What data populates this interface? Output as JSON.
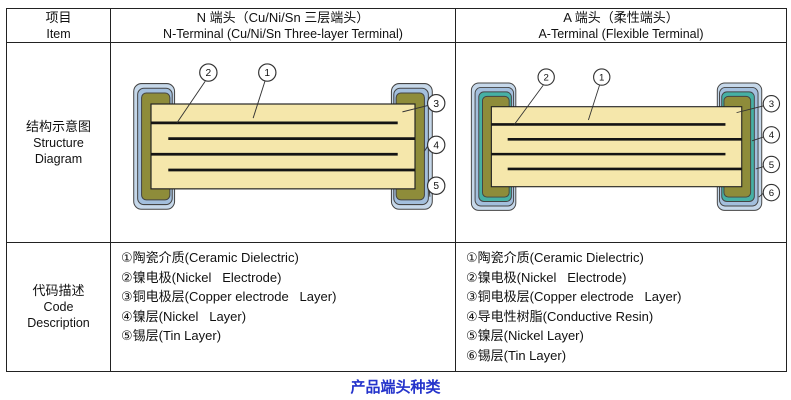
{
  "header": {
    "item_zh": "项目",
    "item_en": "Item",
    "n_zh": "N 端头（Cu/Ni/Sn 三层端头）",
    "n_en": "N-Terminal (Cu/Ni/Sn Three-layer Terminal)",
    "a_zh": "A 端头（柔性端头）",
    "a_en": "A-Terminal (Flexible Terminal)"
  },
  "rows": {
    "structure_zh": "结构示意图",
    "structure_en1": "Structure",
    "structure_en2": "Diagram",
    "code_zh": "代码描述",
    "code_en1": "Code",
    "code_en2": "Description"
  },
  "n_terminal": {
    "callouts": [
      "2",
      "1",
      "3",
      "4",
      "5"
    ],
    "legend": [
      "①陶瓷介质(Ceramic Dielectric)",
      "②镍电极(Nickel   Electrode)",
      "③铜电极层(Copper electrode   Layer)",
      "④镍层(Nickel   Layer)",
      "⑤锡层(Tin Layer)"
    ]
  },
  "a_terminal": {
    "callouts": [
      "2",
      "1",
      "3",
      "4",
      "5",
      "6"
    ],
    "legend": [
      "①陶瓷介质(Ceramic Dielectric)",
      "②镍电极(Nickel   Electrode)",
      "③铜电极层(Copper electrode   Layer)",
      "④导电性树脂(Conductive Resin)",
      "⑤镍层(Nickel Layer)",
      "⑥锡层(Tin Layer)"
    ]
  },
  "caption": "产品端头种类",
  "colors": {
    "ceramic": "#f5e7ab",
    "electrode": "#141414",
    "copper_layer": "#8e8c3a",
    "nickel_layer": "#a3bfdd",
    "tin_layer": "#c6d8ea",
    "resin_layer": "#46b0a4",
    "caption_blue": "#2433cb",
    "border": "#222222"
  }
}
